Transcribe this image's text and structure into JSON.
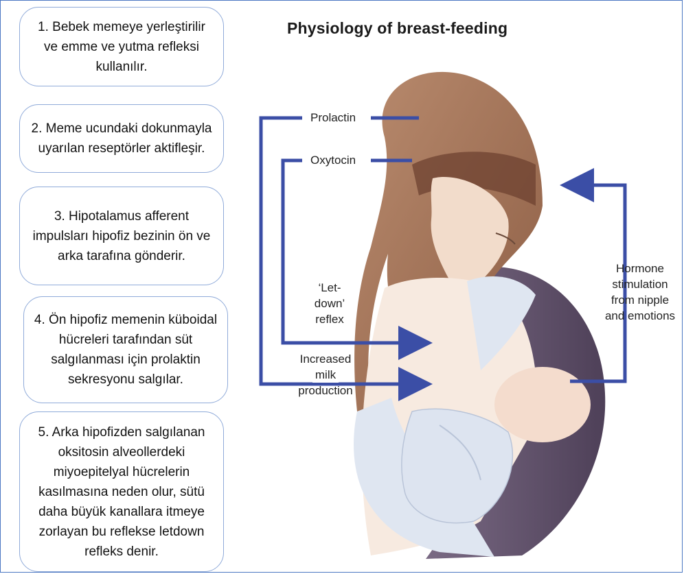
{
  "steps": [
    "1. Bebek memeye yerleştirilir ve emme ve yutma refleksi kullanılır.",
    "2. Meme ucundaki dokunmayla uyarılan reseptörler aktifleşir.",
    "3. Hipotalamus afferent impulsları hipofiz bezinin ön ve arka tarafına gönderir.",
    "4. Ön hipofiz memenin küboidal hücreleri tarafından süt salgılanması için prolaktin sekresyonu salgılar.",
    "5. Arka hipofizden salgılanan oksitosin alveollerdeki miyoepitelyal hücrelerin kasılmasına neden olur, sütü daha büyük kanallara itmeye zorlayan bu reflekse letdown refleks denir."
  ],
  "diagram": {
    "title": "Physiology of breast-feeding",
    "labels": {
      "prolactin": "Prolactin",
      "oxytocin": "Oxytocin",
      "letdown_1": "‘Let-",
      "letdown_2": "down’",
      "letdown_3": "reflex",
      "milk_1": "Increased",
      "milk_2": "milk",
      "milk_3": "production",
      "hormone_1": "Hormone",
      "hormone_2": "stimulation",
      "hormone_3": "from nipple",
      "hormone_4": "and emotions"
    },
    "colors": {
      "arrow": "#3b4ea6",
      "box_border": "#8faad9",
      "frame": "#4a76c2"
    }
  }
}
